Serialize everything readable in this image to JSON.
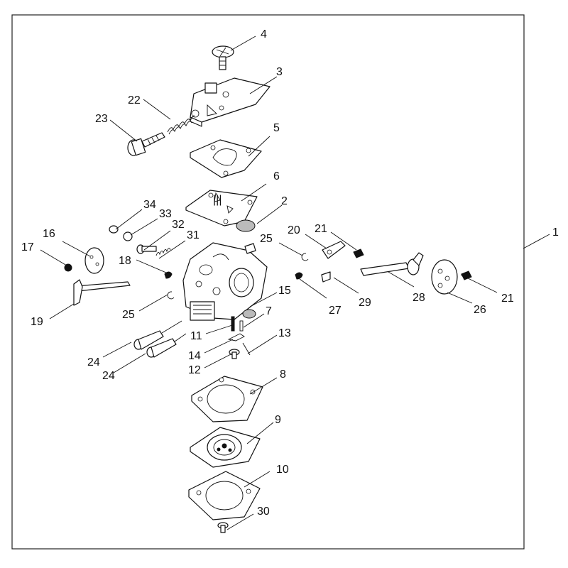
{
  "diagram": {
    "callouts": [
      {
        "id": "c1",
        "label": "1"
      },
      {
        "id": "c2",
        "label": "2"
      },
      {
        "id": "c3",
        "label": "3"
      },
      {
        "id": "c4",
        "label": "4"
      },
      {
        "id": "c5",
        "label": "5"
      },
      {
        "id": "c6",
        "label": "6"
      },
      {
        "id": "c7",
        "label": "7"
      },
      {
        "id": "c8",
        "label": "8"
      },
      {
        "id": "c9",
        "label": "9"
      },
      {
        "id": "c10",
        "label": "10"
      },
      {
        "id": "c11",
        "label": "11"
      },
      {
        "id": "c12",
        "label": "12"
      },
      {
        "id": "c13",
        "label": "13"
      },
      {
        "id": "c14",
        "label": "14"
      },
      {
        "id": "c15",
        "label": "15"
      },
      {
        "id": "c16",
        "label": "16"
      },
      {
        "id": "c17",
        "label": "17"
      },
      {
        "id": "c18",
        "label": "18"
      },
      {
        "id": "c19",
        "label": "19"
      },
      {
        "id": "c20",
        "label": "20"
      },
      {
        "id": "c21a",
        "label": "21"
      },
      {
        "id": "c21b",
        "label": "21"
      },
      {
        "id": "c22",
        "label": "22"
      },
      {
        "id": "c23",
        "label": "23"
      },
      {
        "id": "c24a",
        "label": "24"
      },
      {
        "id": "c24b",
        "label": "24"
      },
      {
        "id": "c25a",
        "label": "25"
      },
      {
        "id": "c25b",
        "label": "25"
      },
      {
        "id": "c26",
        "label": "26"
      },
      {
        "id": "c27",
        "label": "27"
      },
      {
        "id": "c28",
        "label": "28"
      },
      {
        "id": "c29",
        "label": "29"
      },
      {
        "id": "c30",
        "label": "30"
      },
      {
        "id": "c31",
        "label": "31"
      },
      {
        "id": "c32",
        "label": "32"
      },
      {
        "id": "c33",
        "label": "33"
      },
      {
        "id": "c34",
        "label": "34"
      }
    ]
  }
}
